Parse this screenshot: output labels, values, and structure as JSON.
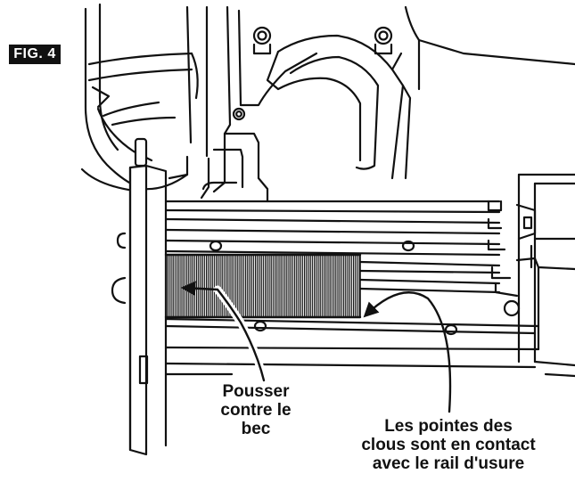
{
  "figure": {
    "label": "FIG. 4"
  },
  "callouts": {
    "push": {
      "lines": [
        "Pousser",
        "contre le",
        "bec"
      ]
    },
    "points": {
      "lines": [
        "Les pointes des",
        "clous sont en contact",
        "avec le rail d'usure"
      ]
    }
  },
  "colors": {
    "ink": "#111111",
    "paper": "#ffffff",
    "fill_light": "#f2f2f2"
  }
}
